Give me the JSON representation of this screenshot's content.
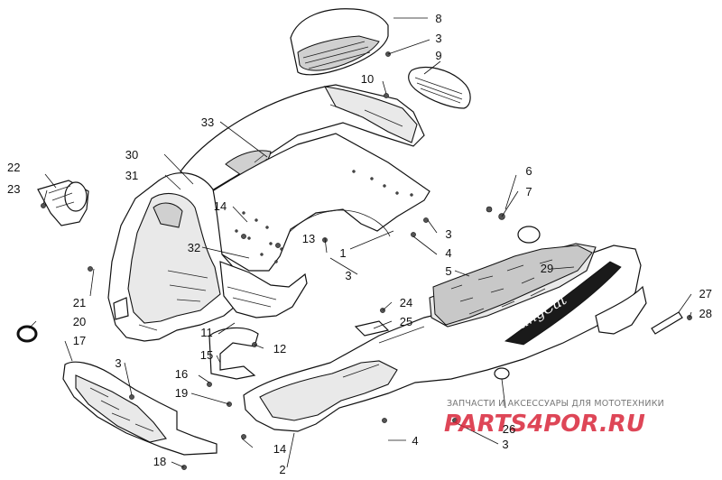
{
  "callouts": [
    {
      "id": "c1",
      "label": "1"
    },
    {
      "id": "c2",
      "label": "2"
    },
    {
      "id": "c3a",
      "label": "3"
    },
    {
      "id": "c3b",
      "label": "3"
    },
    {
      "id": "c3c",
      "label": "3"
    },
    {
      "id": "c3d",
      "label": "3"
    },
    {
      "id": "c3e",
      "label": "3"
    },
    {
      "id": "c4a",
      "label": "4"
    },
    {
      "id": "c4b",
      "label": "4"
    },
    {
      "id": "c5",
      "label": "5"
    },
    {
      "id": "c6",
      "label": "6"
    },
    {
      "id": "c7",
      "label": "7"
    },
    {
      "id": "c8",
      "label": "8"
    },
    {
      "id": "c9",
      "label": "9"
    },
    {
      "id": "c10",
      "label": "10"
    },
    {
      "id": "c11",
      "label": "11"
    },
    {
      "id": "c12",
      "label": "12"
    },
    {
      "id": "c13",
      "label": "13"
    },
    {
      "id": "c14a",
      "label": "14"
    },
    {
      "id": "c14b",
      "label": "14"
    },
    {
      "id": "c15",
      "label": "15"
    },
    {
      "id": "c16",
      "label": "16"
    },
    {
      "id": "c17",
      "label": "17"
    },
    {
      "id": "c18",
      "label": "18"
    },
    {
      "id": "c19",
      "label": "19"
    },
    {
      "id": "c20",
      "label": "20"
    },
    {
      "id": "c21",
      "label": "21"
    },
    {
      "id": "c22",
      "label": "22"
    },
    {
      "id": "c23",
      "label": "23"
    },
    {
      "id": "c24",
      "label": "24"
    },
    {
      "id": "c25",
      "label": "25"
    },
    {
      "id": "c26",
      "label": "26"
    },
    {
      "id": "c27",
      "label": "27"
    },
    {
      "id": "c28",
      "label": "28"
    },
    {
      "id": "c29",
      "label": "29"
    },
    {
      "id": "c30",
      "label": "30"
    },
    {
      "id": "c31",
      "label": "31"
    },
    {
      "id": "c32",
      "label": "32"
    },
    {
      "id": "c33",
      "label": "33"
    }
  ],
  "decal_text": "KingCat",
  "watermark": {
    "tagline": "ЗАПЧАСТИ И АКСЕССУАРЫ ДЛЯ МОТОТЕХНИКИ",
    "logo": "PARTS4POR.RU"
  },
  "colors": {
    "ink": "#111111",
    "watermark_red": "#d9263a",
    "watermark_gray": "#777777"
  }
}
